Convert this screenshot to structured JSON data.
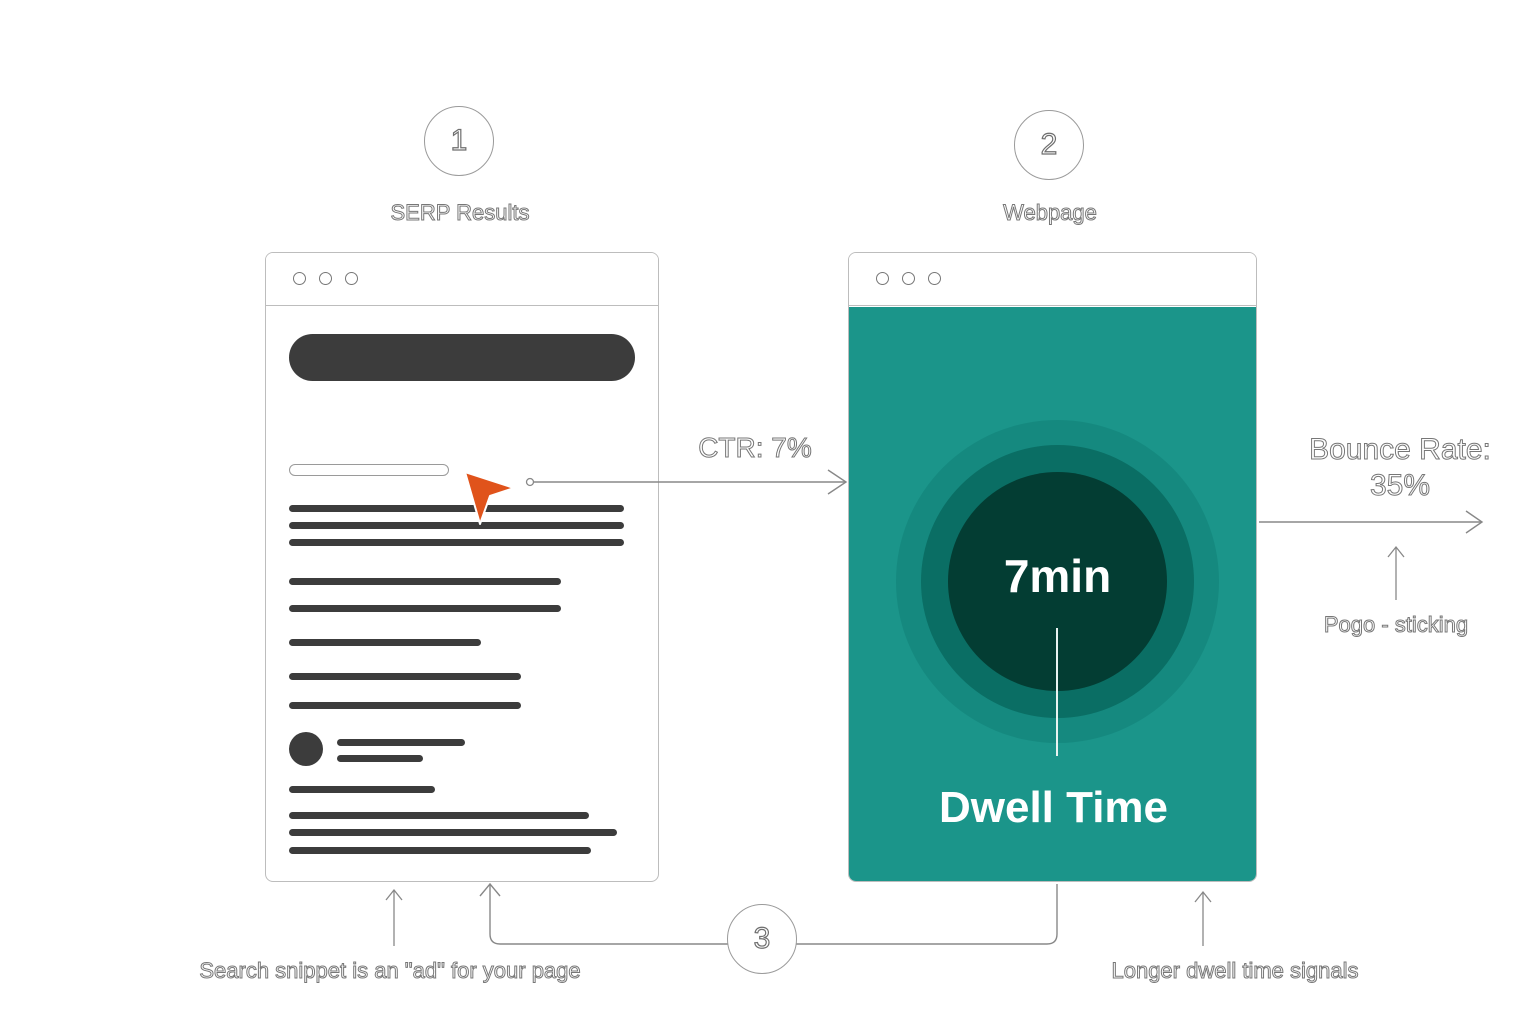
{
  "steps": {
    "step1": {
      "number": "1",
      "caption": "SERP Results"
    },
    "step2": {
      "number": "2",
      "caption": "Webpage"
    },
    "step3": {
      "number": "3"
    }
  },
  "ctr": {
    "label": "CTR: 7%"
  },
  "bounce": {
    "label_line1": "Bounce Rate:",
    "label_line2": "35%"
  },
  "pogo": {
    "label": "Pogo - sticking"
  },
  "dwell": {
    "value": "7min",
    "label": "Dwell Time"
  },
  "notes": {
    "snippet": "Search snippet is an \"ad\" for your page",
    "longer": "Longer dwell time signals"
  },
  "colors": {
    "teal": "#1b958a",
    "ring_mid": "#0d7a70",
    "ring_inner": "#055a51",
    "core": "#033d33",
    "cursor": "#e0531b",
    "bars": "#3c3c3c"
  },
  "icons": {
    "cursor": "pointer-arrow-icon",
    "avatar": "avatar-circle-icon"
  }
}
